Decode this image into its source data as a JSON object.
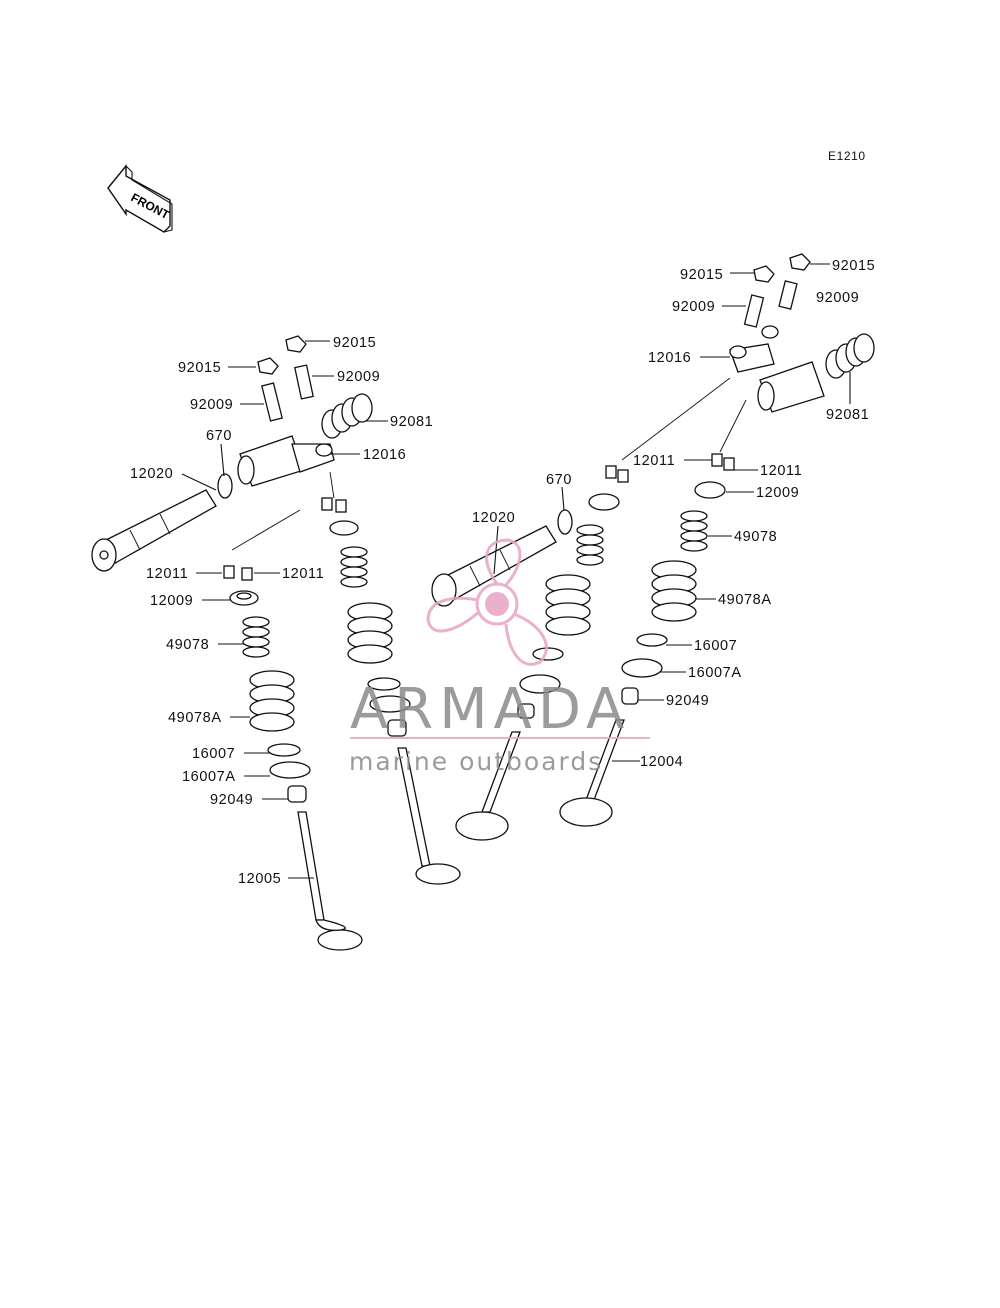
{
  "diagram": {
    "code": "E1210",
    "front_label": "FRONT"
  },
  "labels": {
    "l_92015_a": "92015",
    "l_92015_b": "92015",
    "l_92015_c": "92015",
    "l_92015_d": "92015",
    "l_92009_a": "92009",
    "l_92009_b": "92009",
    "l_92009_c": "92009",
    "l_92009_d": "92009",
    "l_92081_a": "92081",
    "l_92081_b": "92081",
    "l_12016_a": "12016",
    "l_12016_b": "12016",
    "l_670_a": "670",
    "l_670_b": "670",
    "l_12020_a": "12020",
    "l_12020_b": "12020",
    "l_12011_a": "12011",
    "l_12011_b": "12011",
    "l_12011_c": "12011",
    "l_12011_d": "12011",
    "l_12009_a": "12009",
    "l_12009_b": "12009",
    "l_49078_a": "49078",
    "l_49078_b": "49078",
    "l_49078A_a": "49078A",
    "l_49078A_b": "49078A",
    "l_16007_a": "16007",
    "l_16007_b": "16007",
    "l_16007A_a": "16007A",
    "l_16007A_b": "16007A",
    "l_92049_a": "92049",
    "l_92049_b": "92049",
    "l_12005": "12005",
    "l_12004": "12004"
  },
  "watermark": {
    "brand": "ARMADA",
    "tagline": "marine outboards",
    "color_pink": "#e8a3c4",
    "color_gray": "#8a8a8a"
  }
}
